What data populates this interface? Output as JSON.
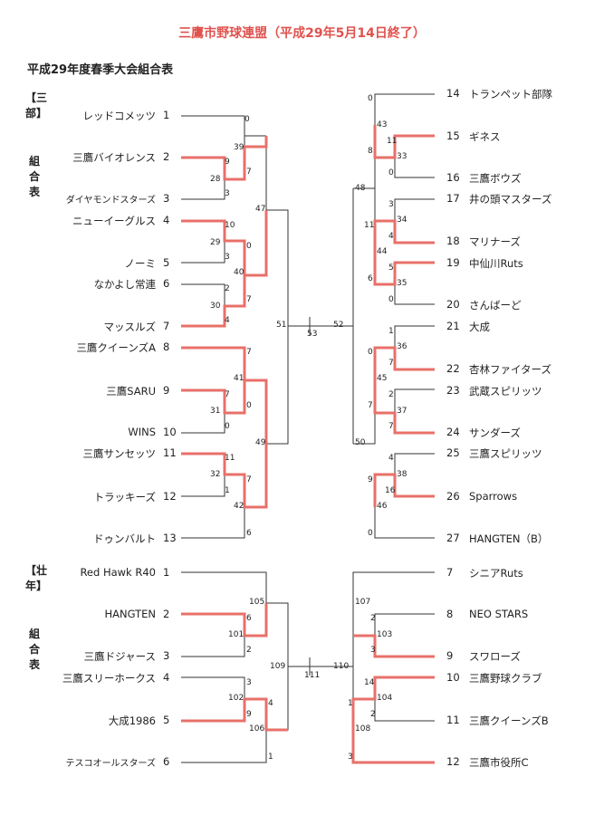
{
  "title": "三鷹市野球連盟（平成29年5月14日終了）",
  "subtitle": "平成29年度春季大会組合表",
  "sections": {
    "san": {
      "label_top": "【三部】",
      "label_bottom": "組合表"
    },
    "sonen": {
      "label_top": "【壮年】",
      "label_bottom": "組合表"
    }
  },
  "colors": {
    "winner": "#e8706a",
    "line": "#333333",
    "title": "#e0524e"
  },
  "teams": {
    "t1": {
      "seed": "1",
      "name": "レッドコメッツ"
    },
    "t2": {
      "seed": "2",
      "name": "三鷹バイオレンス"
    },
    "t3": {
      "seed": "3",
      "name": "ダイヤモンドスターズ"
    },
    "t4": {
      "seed": "4",
      "name": "ニューイーグルス"
    },
    "t5": {
      "seed": "5",
      "name": "ノーミ"
    },
    "t6": {
      "seed": "6",
      "name": "なかよし常連"
    },
    "t7": {
      "seed": "7",
      "name": "マッスルズ"
    },
    "t8": {
      "seed": "8",
      "name": "三鷹クイーンズA"
    },
    "t9": {
      "seed": "9",
      "name": "三鷹SARU"
    },
    "t10": {
      "seed": "10",
      "name": "WINS"
    },
    "t11": {
      "seed": "11",
      "name": "三鷹サンセッツ"
    },
    "t12": {
      "seed": "12",
      "name": "トラッキーズ"
    },
    "t13": {
      "seed": "13",
      "name": "ドゥンバルト"
    },
    "t14": {
      "seed": "14",
      "name": "トランペット部隊"
    },
    "t15": {
      "seed": "15",
      "name": "ギネス"
    },
    "t16": {
      "seed": "16",
      "name": "三鷹ボウズ"
    },
    "t17": {
      "seed": "17",
      "name": "井の頭マスターズ"
    },
    "t18": {
      "seed": "18",
      "name": "マリナーズ"
    },
    "t19": {
      "seed": "19",
      "name": "中仙川Ruts"
    },
    "t20": {
      "seed": "20",
      "name": "さんばーど"
    },
    "t21": {
      "seed": "21",
      "name": "大成"
    },
    "t22": {
      "seed": "22",
      "name": "杏林ファイターズ"
    },
    "t23": {
      "seed": "23",
      "name": "武蔵スピリッツ"
    },
    "t24": {
      "seed": "24",
      "name": "サンダーズ"
    },
    "t25": {
      "seed": "25",
      "name": "三鷹スピリッツ"
    },
    "t26": {
      "seed": "26",
      "name": "Sparrows"
    },
    "t27": {
      "seed": "27",
      "name": "HANGTEN（B）"
    },
    "s1": {
      "seed": "1",
      "name": "Red  Hawk  R40"
    },
    "s2": {
      "seed": "2",
      "name": "HANGTEN"
    },
    "s3": {
      "seed": "3",
      "name": "三鷹ドジャース"
    },
    "s4": {
      "seed": "4",
      "name": "三鷹スリーホークス"
    },
    "s5": {
      "seed": "5",
      "name": "大成1986"
    },
    "s6": {
      "seed": "6",
      "name": "テスコオールスターズ"
    },
    "s7": {
      "seed": "7",
      "name": "シニアRuts"
    },
    "s8": {
      "seed": "8",
      "name": "NEO  STARS"
    },
    "s9": {
      "seed": "9",
      "name": "スワローズ"
    },
    "s10": {
      "seed": "10",
      "name": "三鷹野球クラブ"
    },
    "s11": {
      "seed": "11",
      "name": "三鷹クイーンズB"
    },
    "s12": {
      "seed": "12",
      "name": "三鷹市役所C"
    }
  },
  "matches": {
    "m28": "28",
    "m29": "29",
    "m30": "30",
    "m31": "31",
    "m32": "32",
    "m33": "33",
    "m34": "34",
    "m35": "35",
    "m36": "36",
    "m37": "37",
    "m38": "38",
    "m39": "39",
    "m40": "40",
    "m41": "41",
    "m42": "42",
    "m43": "43",
    "m44": "44",
    "m45": "45",
    "m46": "46",
    "m47": "47",
    "m48": "48",
    "m49": "49",
    "m50": "50",
    "m51": "51",
    "m52": "52",
    "m53": "53",
    "m101": "101",
    "m102": "102",
    "m103": "103",
    "m104": "104",
    "m105": "105",
    "m106": "106",
    "m107": "107",
    "m108": "108",
    "m109": "109",
    "m110": "110",
    "m111": "111"
  },
  "scores": {
    "a1": "0",
    "a2": "3",
    "a3": "7",
    "b1": "9",
    "b2": "7",
    "c1": "10",
    "c2": "3",
    "c3": "0",
    "d1": "2",
    "d2": "4",
    "d3": "7",
    "e1": "7",
    "e2": "0",
    "f1": "7",
    "f2": "0",
    "g1": "11",
    "g2": "1",
    "g3": "7",
    "g4": "6",
    "h1": "0",
    "h2": "8",
    "h3": "11",
    "h4": "0",
    "i1": "3",
    "i2": "4",
    "i3": "11",
    "j1": "5",
    "j2": "0",
    "j3": "6",
    "k1": "1",
    "k2": "7",
    "k3": "0",
    "l1": "2",
    "l2": "7",
    "l3": "7",
    "n1": "4",
    "n2": "16",
    "n3": "9",
    "n4": "0",
    "p1": "6",
    "p2": "2",
    "q1": "3",
    "q2": "9",
    "q3": "4",
    "q4": "1",
    "r1": "2",
    "r2": "3",
    "u1": "14",
    "u2": "2",
    "u3": "1",
    "u4": "3"
  }
}
